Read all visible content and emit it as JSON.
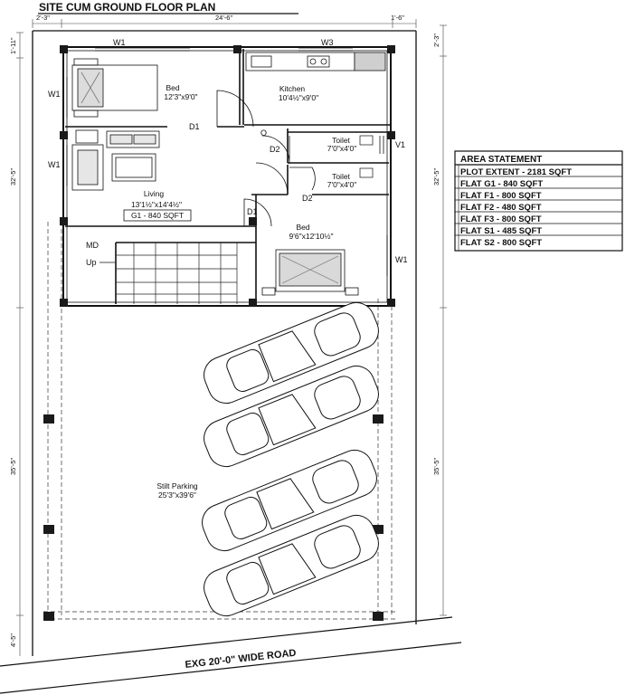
{
  "title": "SITE CUM GROUND FLOOR PLAN",
  "dimensions": {
    "top_left": "2'-3\"",
    "top_mid": "24'-6\"",
    "top_right": "1'-6\"",
    "left_1": "1'-11\"",
    "left_2": "32'-5\"",
    "left_3": "35'-5\"",
    "left_4": "4'-5\"",
    "right_1": "2'-3\"",
    "right_2": "32'-5\"",
    "right_3": "35'-5\""
  },
  "rooms": {
    "bed1_name": "Bed",
    "bed1_size": "12'3\"x9'0\"",
    "kitchen_name": "Kitchen",
    "kitchen_size": "10'4½\"x9'0\"",
    "toilet1_name": "Toilet",
    "toilet1_size": "7'0\"x4'0\"",
    "toilet2_name": "Toilet",
    "toilet2_size": "7'0\"x4'0\"",
    "living_name": "Living",
    "living_size": "13'1½\"x14'4½\"",
    "living_tag": "G1 - 840 SQFT",
    "bed2_name": "Bed",
    "bed2_size": "9'6\"x12'10½\"",
    "parking_name": "Stilt Parking",
    "parking_size": "25'3\"x39'6\""
  },
  "labels": {
    "w1_top": "W1",
    "w3": "W3",
    "w1_left_a": "W1",
    "w1_left_b": "W1",
    "w1_right": "W1",
    "v1": "V1",
    "d1_a": "D1",
    "d1_b": "D1",
    "d2_a": "D2",
    "d2_b": "D2",
    "o": "O",
    "md": "MD",
    "up": "Up"
  },
  "road": "EXG 20'-0\" WIDE ROAD",
  "area_statement": {
    "heading": "AREA STATEMENT",
    "rows": [
      "PLOT EXTENT - 2181 SQFT",
      "FLAT G1 - 840 SQFT",
      "FLAT F1 - 800 SQFT",
      "FLAT F2 - 480 SQFT",
      "FLAT F3 - 800 SQFT",
      "FLAT S1 - 485 SQFT",
      "FLAT S2 - 800 SQFT"
    ]
  }
}
